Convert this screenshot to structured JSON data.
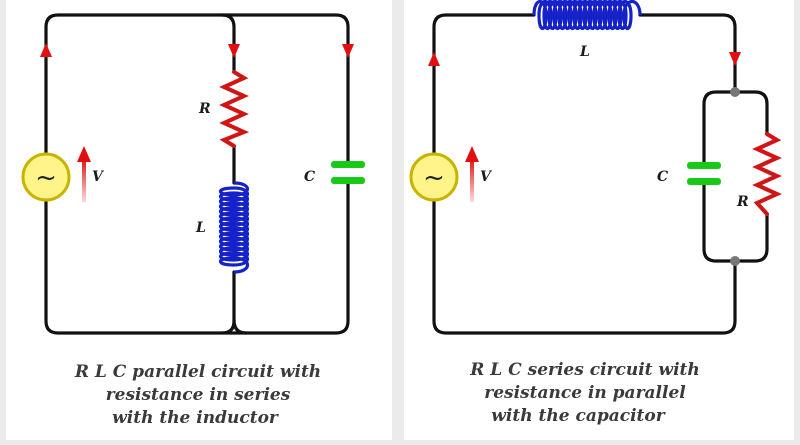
{
  "colors": {
    "background": "#ebebeb",
    "panel": "#ffffff",
    "wire": "#111111",
    "resistor": "#d01515",
    "inductor": "#1522c8",
    "capacitor": "#18c918",
    "source_fill": "#fff48a",
    "source_ring": "#c8b400",
    "arrow": "#e01010",
    "node": "#777777"
  },
  "left_circuit": {
    "source_symbol": "~",
    "labels": {
      "voltage": "V",
      "resistor": "R",
      "inductor": "L",
      "capacitor": "C"
    },
    "caption": [
      "R L C parallel circuit with",
      "resistance in series",
      "with the inductor"
    ]
  },
  "right_circuit": {
    "source_symbol": "~",
    "labels": {
      "voltage": "V",
      "inductor": "L",
      "capacitor": "C",
      "resistor": "R"
    },
    "caption": [
      "R L C series circuit with",
      "resistance in parallel",
      "with the capacitor"
    ]
  }
}
